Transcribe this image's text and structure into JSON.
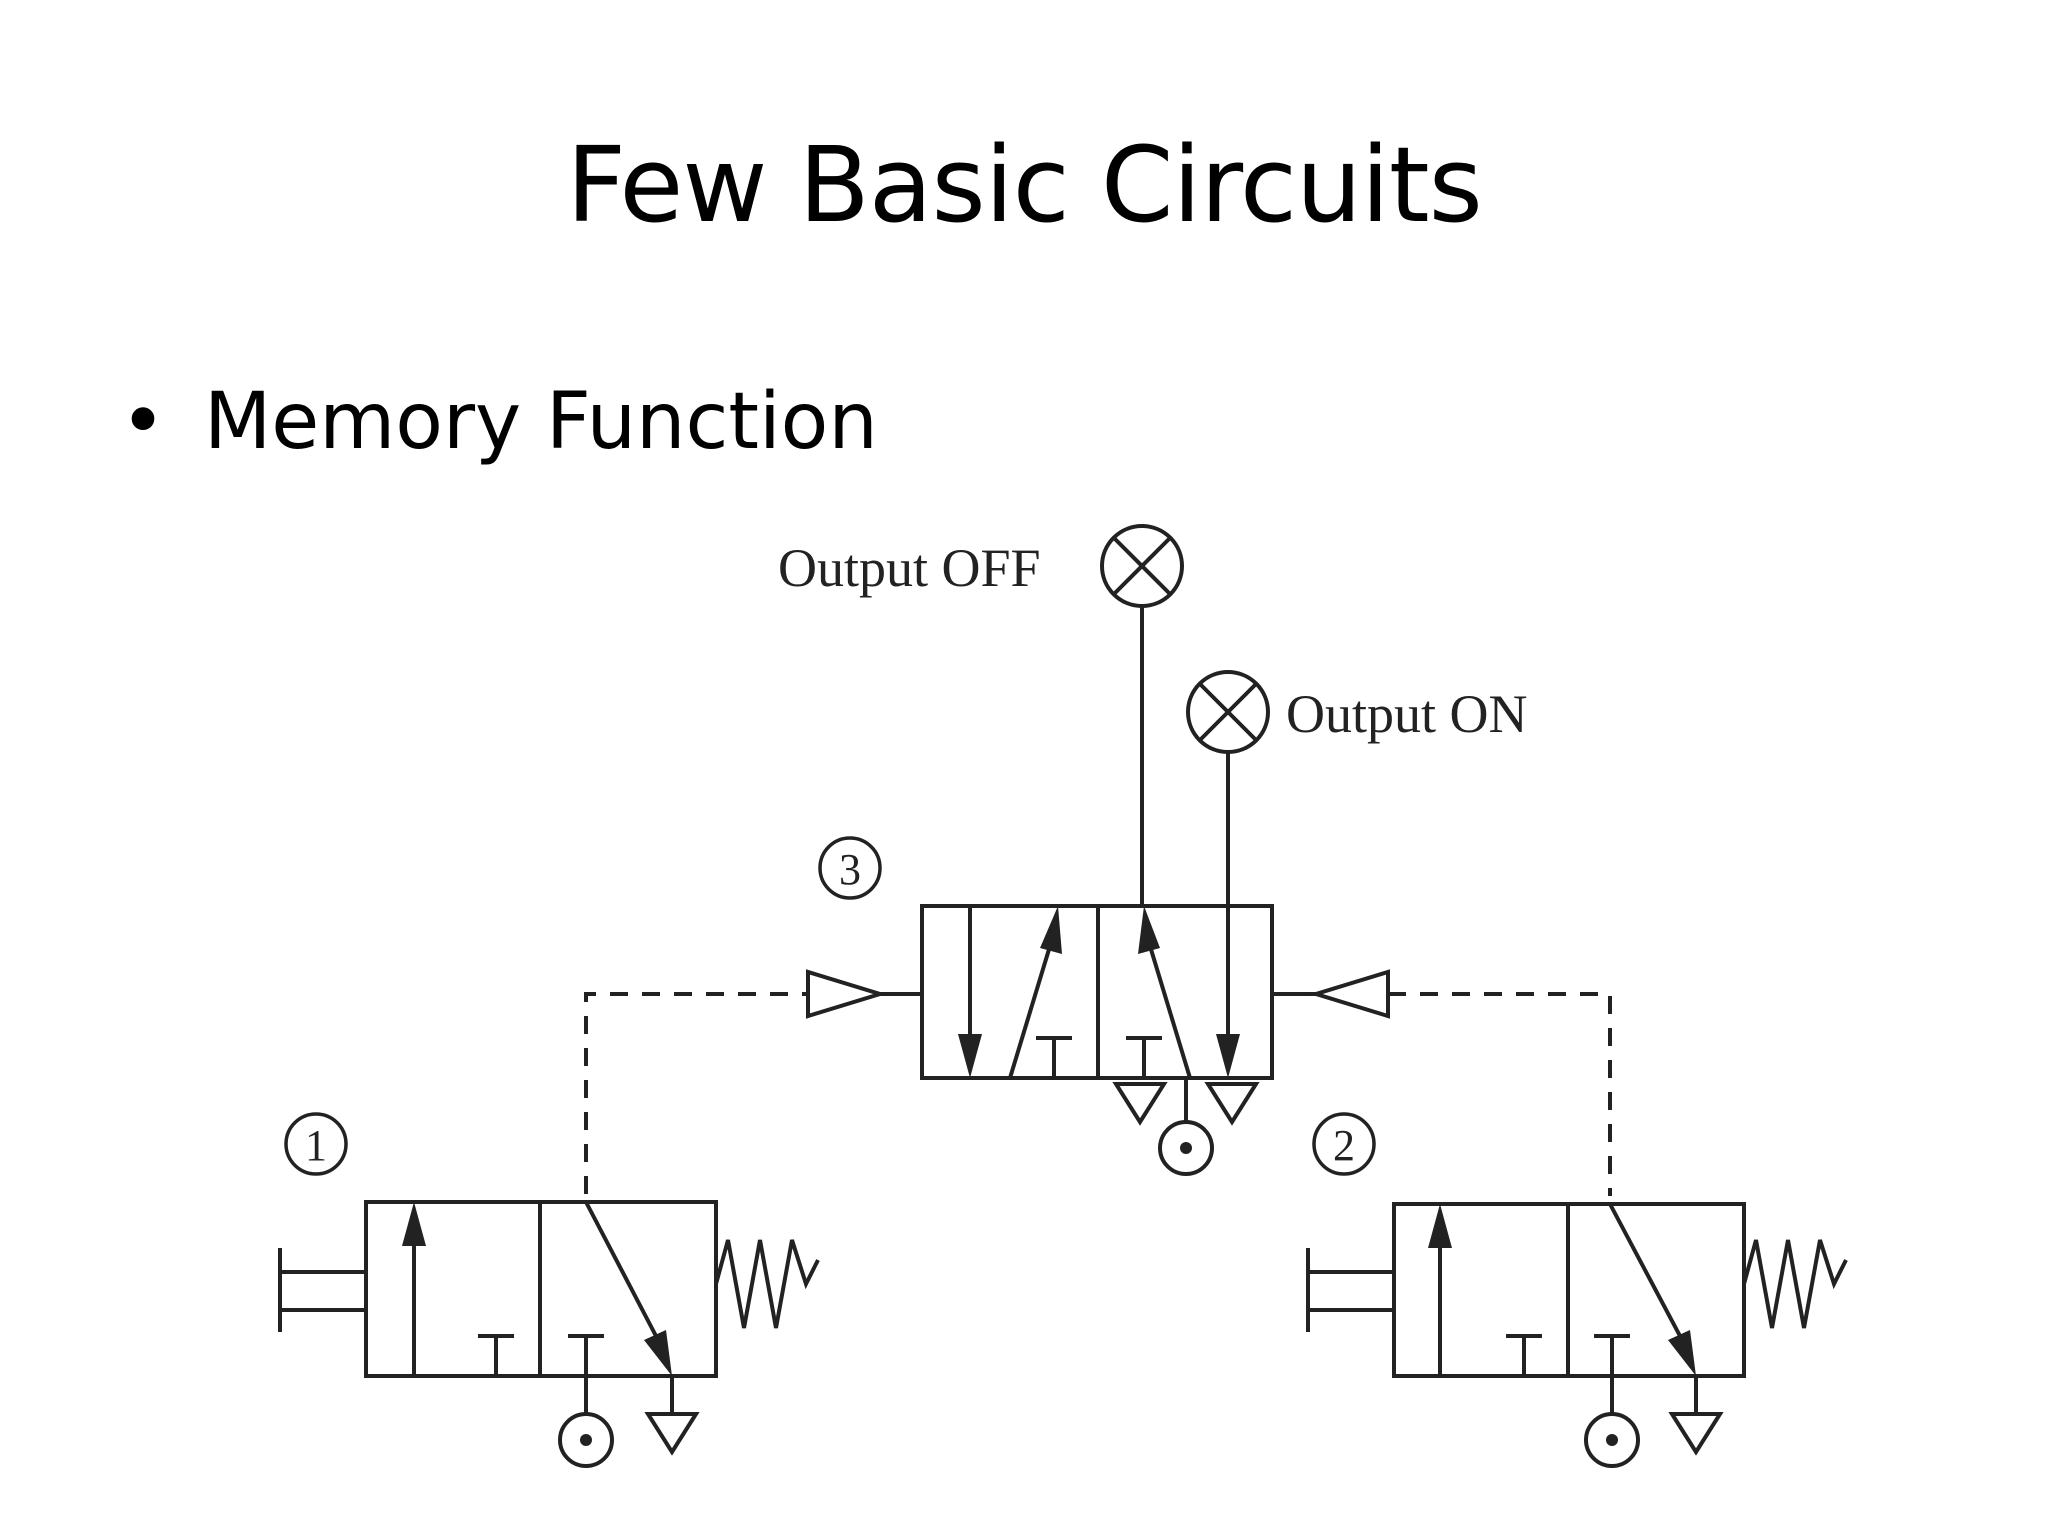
{
  "slide": {
    "title": "Few Basic Circuits",
    "bullet": "•",
    "bullet_text": "Memory Function"
  },
  "diagram": {
    "labels": {
      "output_off": "Output OFF",
      "output_on": "Output ON",
      "valve_1": "1",
      "valve_2": "2",
      "valve_3": "3"
    }
  },
  "colors": {
    "line": "#222222",
    "background": "#ffffff"
  }
}
